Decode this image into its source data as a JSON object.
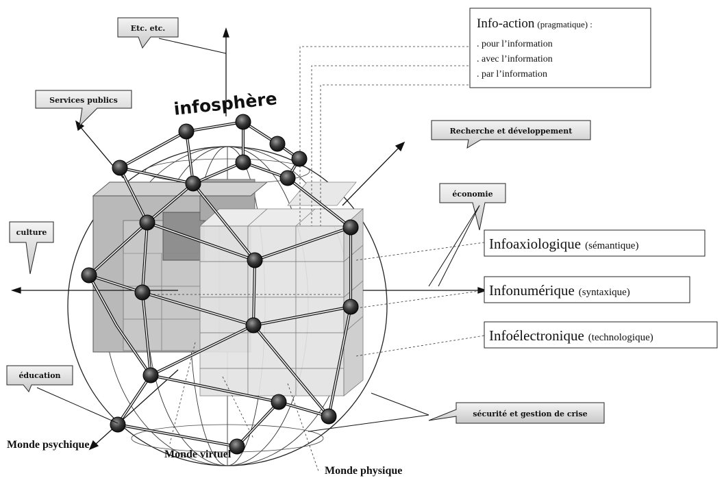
{
  "title": "infosphère",
  "callouts": {
    "etc": "Etc. etc.",
    "services": "Services publics",
    "rd": "Recherche et développement",
    "economie": "économie",
    "culture": "culture",
    "education": "éducation",
    "securite": "sécurité et gestion de crise"
  },
  "info_action": {
    "title": "Info-action",
    "title_note": "(pragmatique) :",
    "lines": [
      ". pour l’information",
      ". avec l’information",
      ". par l’information"
    ]
  },
  "layers": [
    {
      "name": "Infoaxiologique",
      "note": "(sémantique)"
    },
    {
      "name": "Infonumérique",
      "note": "(syntaxique)"
    },
    {
      "name": "Infoélectronique",
      "note": "(technologique)"
    }
  ],
  "worlds": {
    "psychique": "Monde psychique",
    "virtuel": "Monde virtuel",
    "physique": "Monde physique"
  }
}
